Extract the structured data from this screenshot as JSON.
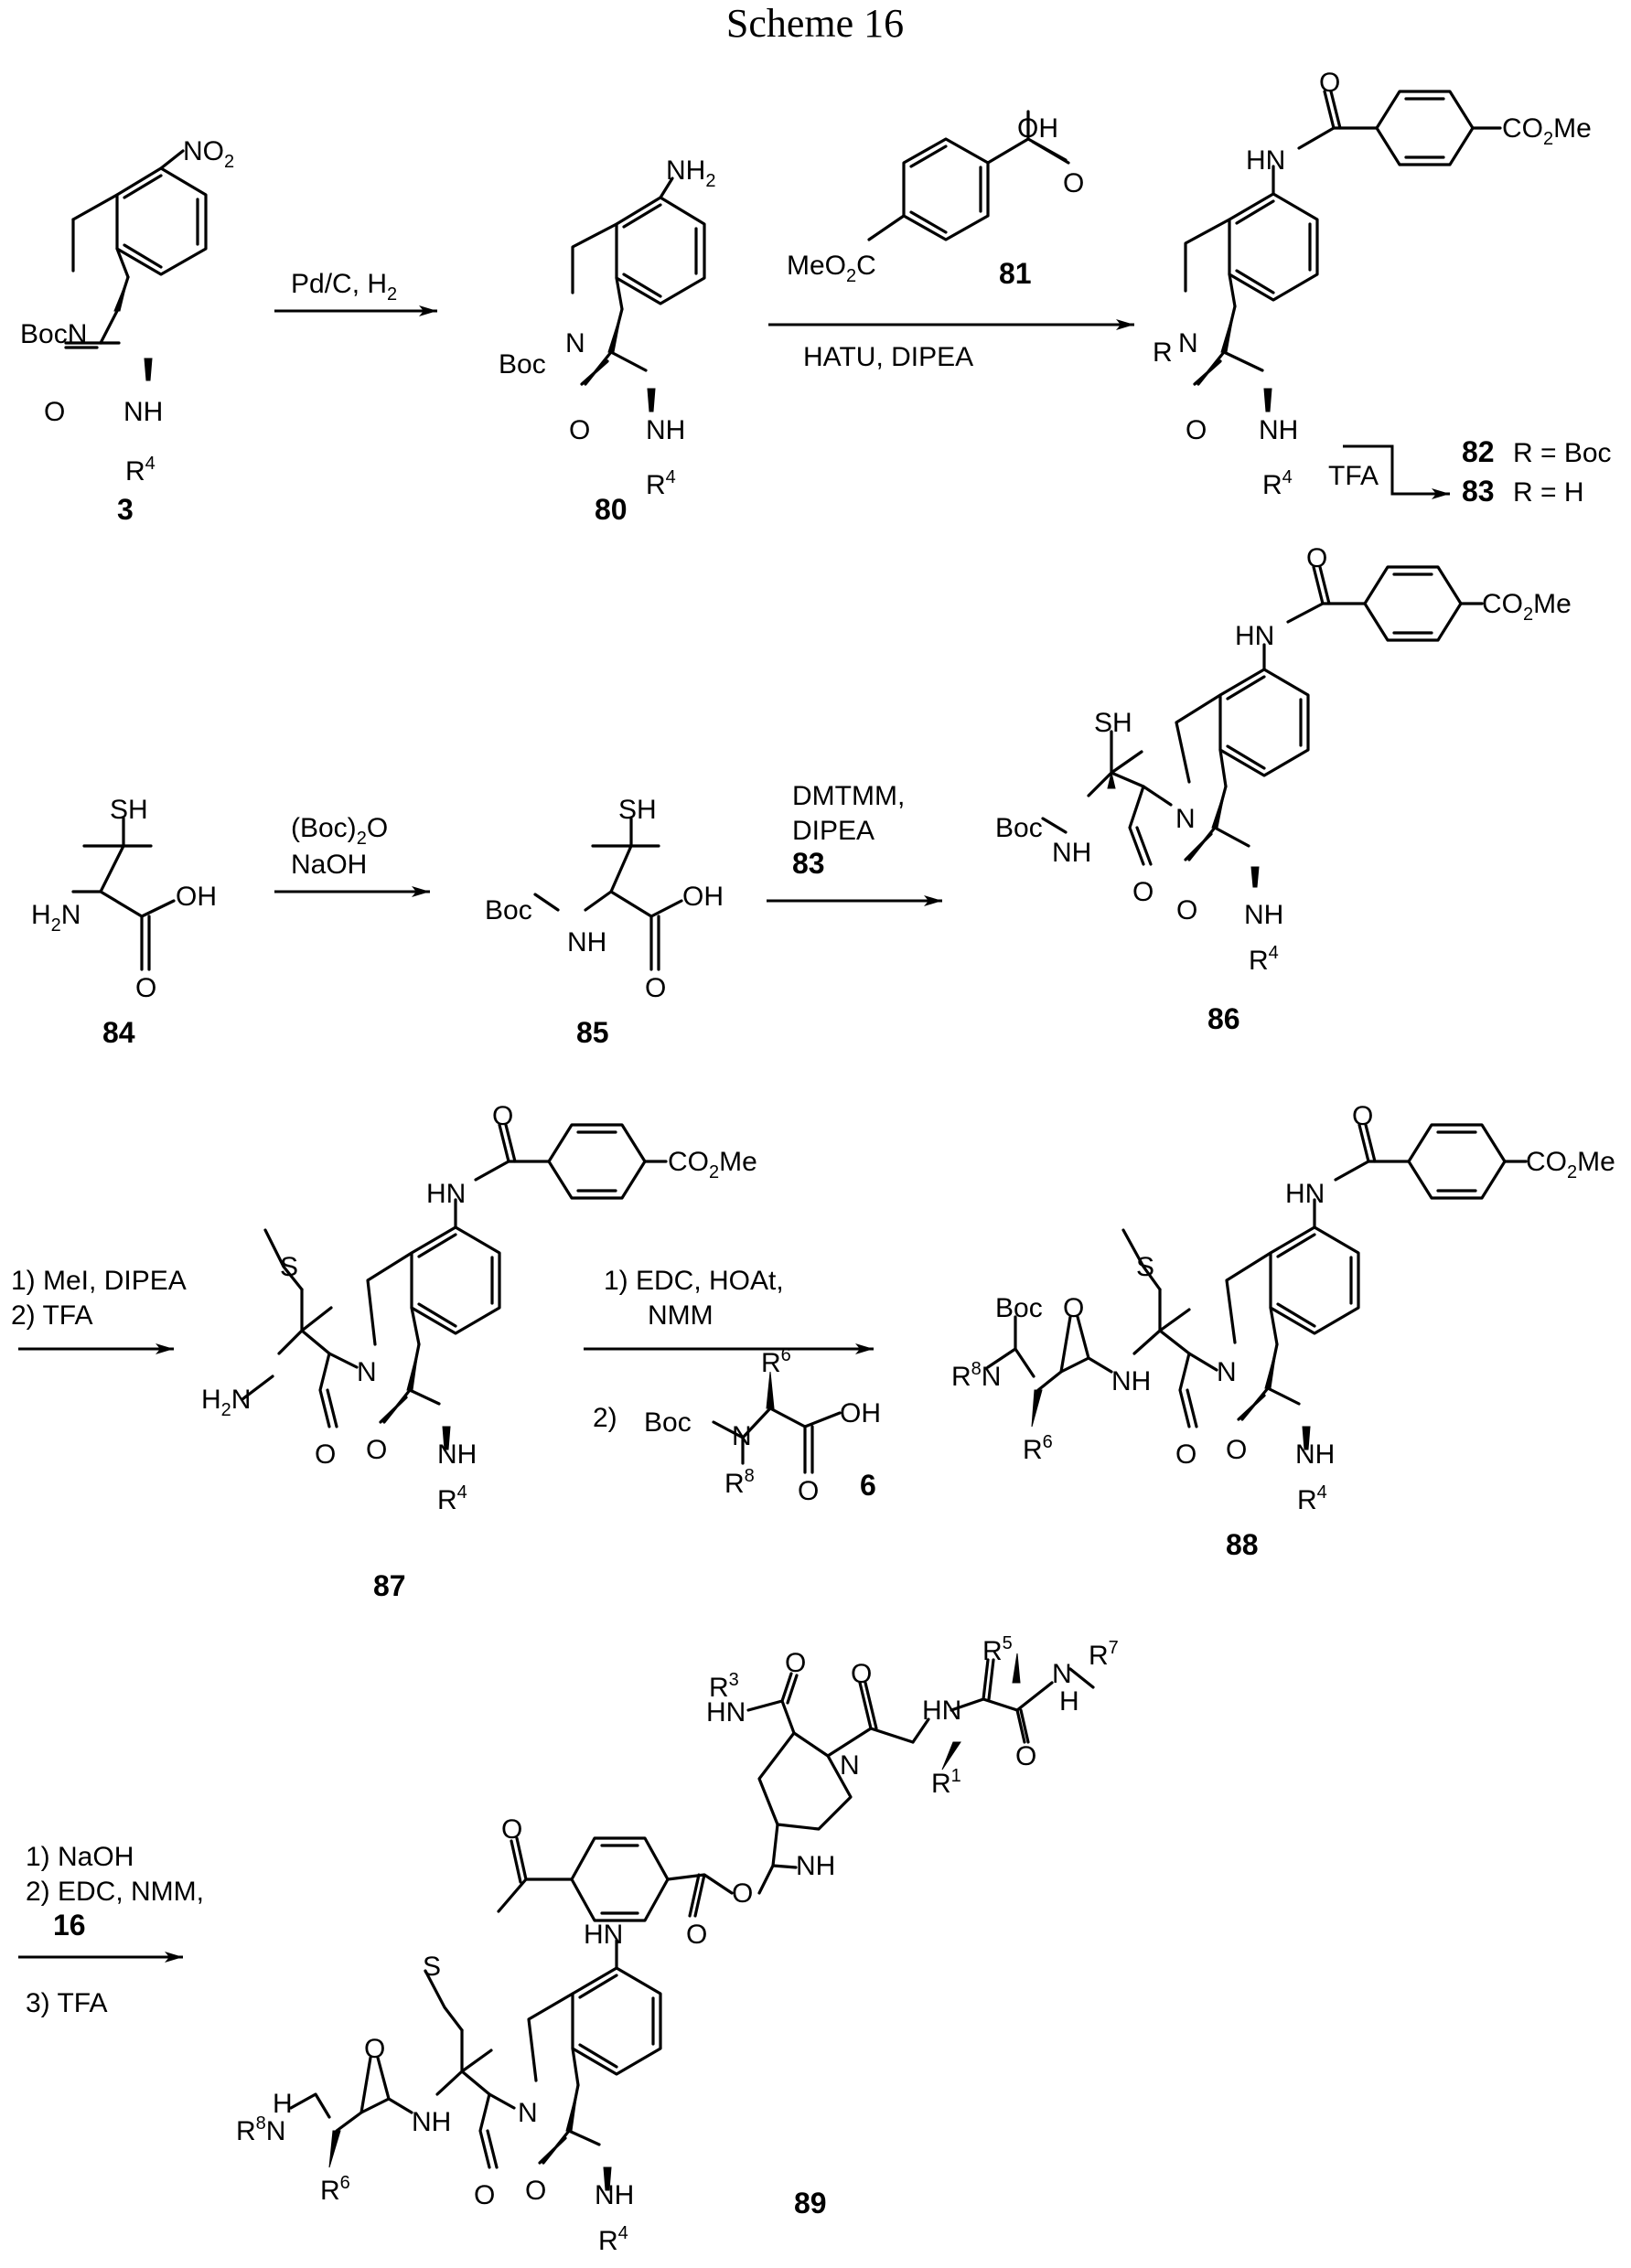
{
  "title": "Scheme 16",
  "compounds": {
    "c3": "3",
    "c80": "80",
    "c81": "81",
    "c82": "82",
    "c83": "83",
    "c84": "84",
    "c85": "85",
    "c86": "86",
    "c87": "87",
    "c88": "88",
    "c6": "6",
    "c16": "16",
    "c89": "89"
  },
  "reagents": {
    "step1": "Pd/C, H",
    "step2": "HATU, DIPEA",
    "step3_tfa": "TFA",
    "r82": "R = Boc",
    "r83": "R = H",
    "step4a": "(Boc)",
    "step4b": "NaOH",
    "step5a": "DMTMM,",
    "step5b": "DIPEA",
    "step6a": "1) MeI, DIPEA",
    "step6b": "2) TFA",
    "step7a": "1)  EDC, HOAt,",
    "step7b": "NMM",
    "step7c": "2)",
    "step8a": "1) NaOH",
    "step8b": "2) EDC, NMM,",
    "step8c": "3) TFA"
  },
  "labels": {
    "no2": "NO",
    "nh2": "NH",
    "bocn": "BocN",
    "boc": "Boc",
    "n": "N",
    "nh": "NH",
    "hn": "HN",
    "h": "H",
    "o": "O",
    "oh": "OH",
    "sh": "SH",
    "s": "S",
    "r": "R",
    "r4": "R",
    "co2me": "CO",
    "meo2c": "MeO",
    "h2n": "H",
    "sub2": "2",
    "sub4": "4",
    "sup1": "1",
    "sup3": "3",
    "sup4": "4",
    "sup5": "5",
    "sup6": "6",
    "sup7": "7",
    "sup8": "8",
    "me": "Me",
    "c": "C",
    "oh_acid": "OH"
  }
}
